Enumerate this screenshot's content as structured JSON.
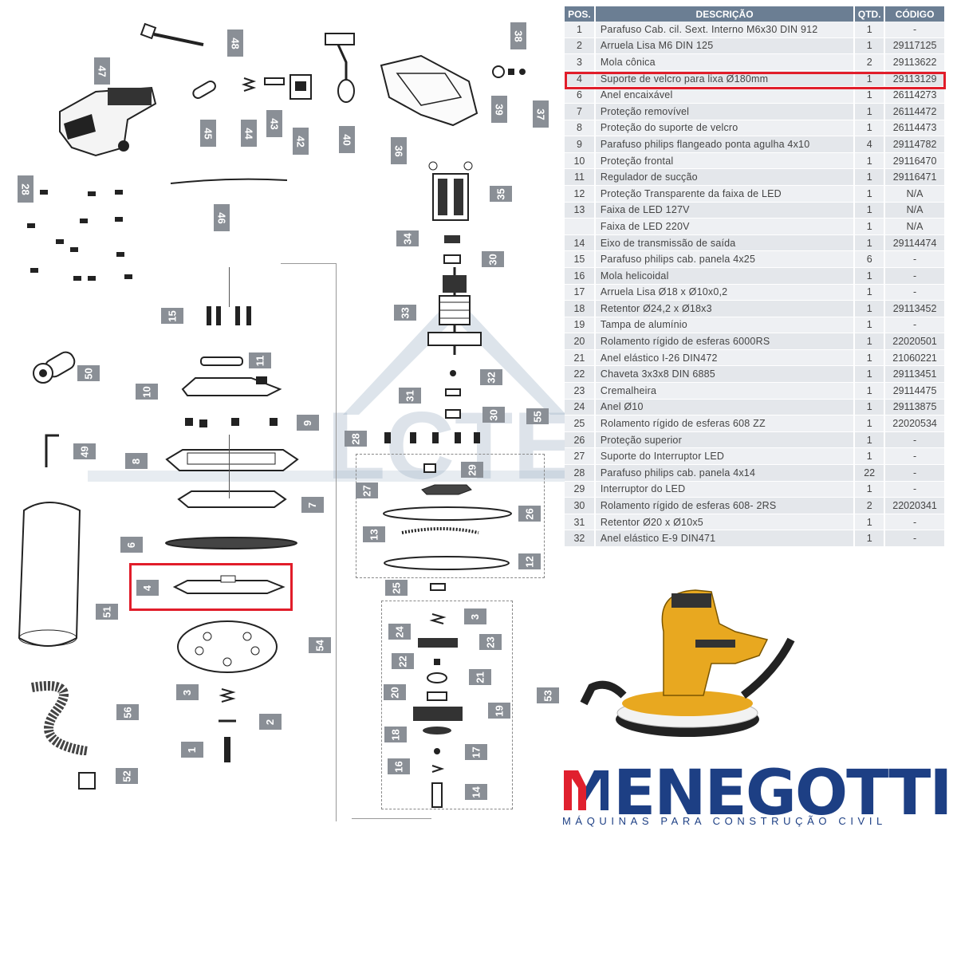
{
  "table": {
    "headers": {
      "pos": "POS.",
      "desc": "DESCRIÇÃO",
      "qty": "QTD.",
      "code": "CÓDIGO"
    },
    "rows": [
      {
        "pos": "1",
        "desc": "Parafuso Cab. cil. Sext. Interno M6x30 DIN 912",
        "qty": "1",
        "code": "-"
      },
      {
        "pos": "2",
        "desc": "Arruela Lisa M6 DIN 125",
        "qty": "1",
        "code": "29117125"
      },
      {
        "pos": "3",
        "desc": "Mola cônica",
        "qty": "2",
        "code": "29113622"
      },
      {
        "pos": "4",
        "desc": "Suporte de velcro para lixa Ø180mm",
        "qty": "1",
        "code": "29113129"
      },
      {
        "pos": "6",
        "desc": "Anel encaixável",
        "qty": "1",
        "code": "26114273"
      },
      {
        "pos": "7",
        "desc": "Proteção removível",
        "qty": "1",
        "code": "26114472"
      },
      {
        "pos": "8",
        "desc": "Proteção do suporte de velcro",
        "qty": "1",
        "code": "26114473"
      },
      {
        "pos": "9",
        "desc": "Parafuso philips flangeado ponta agulha 4x10",
        "qty": "4",
        "code": "29114782"
      },
      {
        "pos": "10",
        "desc": "Proteção frontal",
        "qty": "1",
        "code": "29116470"
      },
      {
        "pos": "11",
        "desc": "Regulador de sucção",
        "qty": "1",
        "code": "29116471"
      },
      {
        "pos": "12",
        "desc": "Proteção Transparente da faixa de LED",
        "qty": "1",
        "code": "N/A"
      },
      {
        "pos": "13",
        "desc": "Faixa de LED 127V",
        "qty": "1",
        "code": "N/A"
      },
      {
        "pos": "",
        "desc": "Faixa de LED 220V",
        "qty": "1",
        "code": "N/A"
      },
      {
        "pos": "14",
        "desc": "Eixo de transmissão de saída",
        "qty": "1",
        "code": "29114474"
      },
      {
        "pos": "15",
        "desc": "Parafuso philips cab. panela 4x25",
        "qty": "6",
        "code": "-"
      },
      {
        "pos": "16",
        "desc": "Mola helicoidal",
        "qty": "1",
        "code": "-"
      },
      {
        "pos": "17",
        "desc": "Arruela Lisa Ø18 x Ø10x0,2",
        "qty": "1",
        "code": "-"
      },
      {
        "pos": "18",
        "desc": "Retentor Ø24,2 x Ø18x3",
        "qty": "1",
        "code": "29113452"
      },
      {
        "pos": "19",
        "desc": "Tampa de alumínio",
        "qty": "1",
        "code": "-"
      },
      {
        "pos": "20",
        "desc": "Rolamento rígido de esferas 6000RS",
        "qty": "1",
        "code": "22020501"
      },
      {
        "pos": "21",
        "desc": "Anel elástico I-26 DIN472",
        "qty": "1",
        "code": "21060221"
      },
      {
        "pos": "22",
        "desc": "Chaveta 3x3x8 DIN 6885",
        "qty": "1",
        "code": "29113451"
      },
      {
        "pos": "23",
        "desc": "Cremalheira",
        "qty": "1",
        "code": "29114475"
      },
      {
        "pos": "24",
        "desc": "Anel Ø10",
        "qty": "1",
        "code": "29113875"
      },
      {
        "pos": "25",
        "desc": "Rolamento rígido de esferas 608 ZZ",
        "qty": "1",
        "code": "22020534"
      },
      {
        "pos": "26",
        "desc": "Proteção superior",
        "qty": "1",
        "code": "-"
      },
      {
        "pos": "27",
        "desc": "Suporte do Interruptor LED",
        "qty": "1",
        "code": "-"
      },
      {
        "pos": "28",
        "desc": "Parafuso philips cab. panela 4x14",
        "qty": "22",
        "code": "-"
      },
      {
        "pos": "29",
        "desc": "Interruptor do LED",
        "qty": "1",
        "code": "-"
      },
      {
        "pos": "30",
        "desc": "Rolamento rígido de esferas 608- 2RS",
        "qty": "2",
        "code": "22020341"
      },
      {
        "pos": "31",
        "desc": "Retentor Ø20 x Ø10x5",
        "qty": "1",
        "code": "-"
      },
      {
        "pos": "32",
        "desc": "Anel elástico E-9 DIN471",
        "qty": "1",
        "code": "-"
      }
    ]
  },
  "callouts": [
    "48",
    "47",
    "45",
    "44",
    "43",
    "42",
    "40",
    "36",
    "38",
    "39",
    "37",
    "28",
    "46",
    "35",
    "34",
    "30",
    "15",
    "33",
    "11",
    "10",
    "32",
    "31",
    "50",
    "30",
    "55",
    "9",
    "28",
    "8",
    "29",
    "49",
    "27",
    "7",
    "26",
    "13",
    "6",
    "12",
    "4",
    "25",
    "51",
    "3",
    "24",
    "23",
    "54",
    "22",
    "21",
    "20",
    "19",
    "53",
    "3",
    "2",
    "1",
    "18",
    "17",
    "56",
    "16",
    "14",
    "52"
  ],
  "watermark": "LCTE",
  "brand": {
    "name": "MENEGOTTI",
    "tagline": "MÁQUINAS PARA CONSTRUÇÃO CIVIL",
    "colors": {
      "red": "#e0202e",
      "blue": "#1d3f84"
    }
  },
  "highlight_color": "#e11d2a"
}
